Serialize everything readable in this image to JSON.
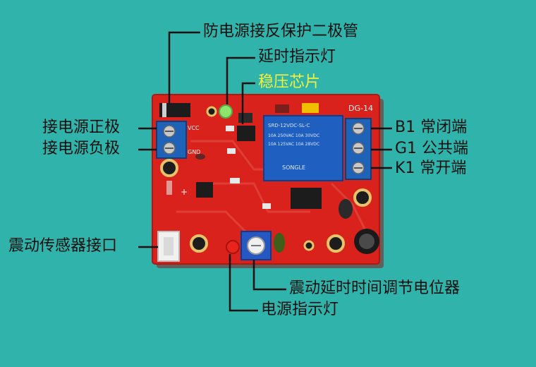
{
  "board": {
    "model_label": "DG-14",
    "relay_text": [
      "SRD-12VDC-SL-C",
      "10A 250VAC  10A 30VDC",
      "10A 125VAC  10A 28VDC",
      "SONGLE"
    ],
    "silkscreen": [
      "VCC",
      "GND",
      "+"
    ]
  },
  "callouts": {
    "reverse_protection_diode": "防电源接反保护二极管",
    "delay_indicator_led": "延时指示灯",
    "voltage_regulator_chip": "稳压芯片",
    "power_positive": "接电源正极",
    "power_negative": "接电源负极",
    "b1_normally_closed": "B1 常闭端",
    "g1_common": "G1 公共端",
    "k1_normally_open": "K1 常开端",
    "vibration_sensor_port": "震动传感器接口",
    "delay_potentiometer": "震动延时时间调节电位器",
    "power_indicator_led": "电源指示灯"
  },
  "colors": {
    "background": "#2fb3ab",
    "pcb": "#d9221b",
    "relay": "#1f5fbf",
    "terminal": "#1e63b8",
    "highlight_text": "#f2f03a"
  }
}
